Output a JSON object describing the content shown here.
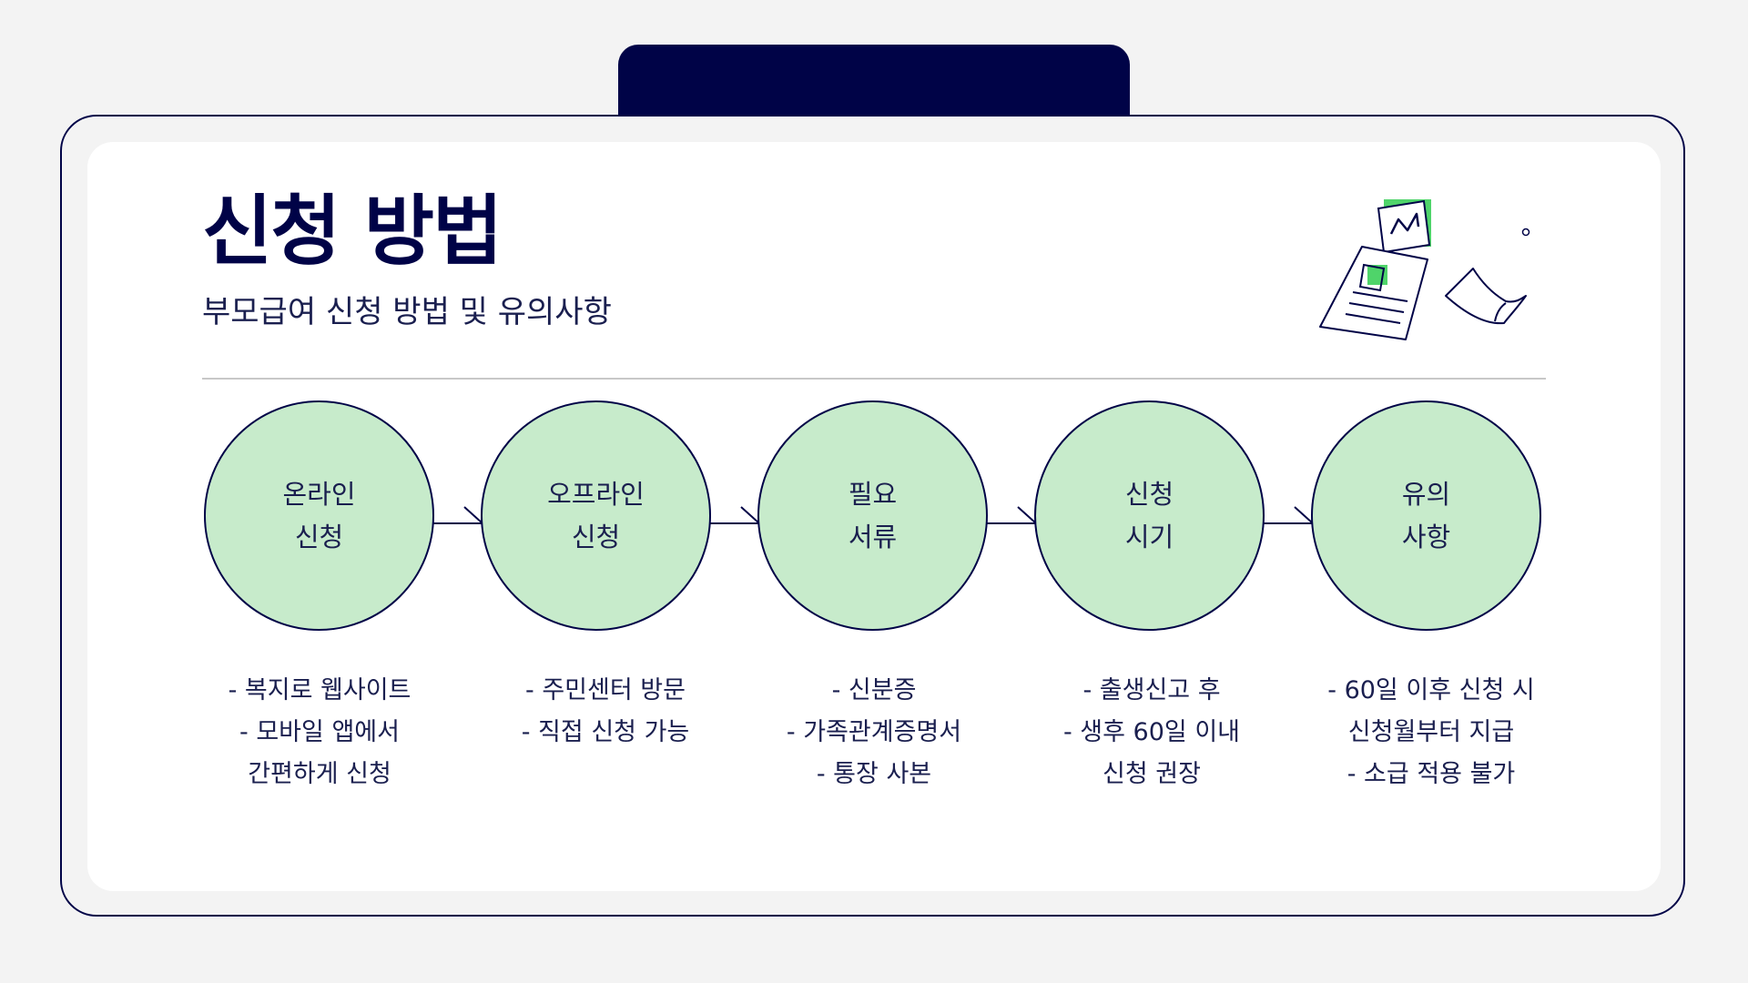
{
  "header": {
    "title": "신청 방법",
    "subtitle": "부모급여 신청 방법 및 유의사항"
  },
  "colors": {
    "navy": "#000347",
    "node_fill": "#c7ebcb",
    "accent_green": "#4fd46a",
    "background": "#f3f3f3"
  },
  "illustration": {
    "icons": [
      "chart-document-icon",
      "report-document-icon",
      "paper-sheet-icon"
    ]
  },
  "steps": [
    {
      "label_lines": [
        "온라인",
        "신청"
      ],
      "detail_lines": [
        "- 복지로 웹사이트",
        "- 모바일 앱에서",
        "간편하게 신청"
      ]
    },
    {
      "label_lines": [
        "오프라인",
        "신청"
      ],
      "detail_lines": [
        "- 주민센터 방문",
        "- 직접 신청 가능"
      ]
    },
    {
      "label_lines": [
        "필요",
        "서류"
      ],
      "detail_lines": [
        "- 신분증",
        "- 가족관계증명서",
        "- 통장 사본"
      ]
    },
    {
      "label_lines": [
        "신청",
        "시기"
      ],
      "detail_lines": [
        "- 출생신고 후",
        "- 생후 60일 이내",
        "신청 권장"
      ]
    },
    {
      "label_lines": [
        "유의",
        "사항"
      ],
      "detail_lines": [
        "- 60일 이후 신청 시",
        "신청월부터 지급",
        "- 소급 적용 불가"
      ]
    }
  ]
}
